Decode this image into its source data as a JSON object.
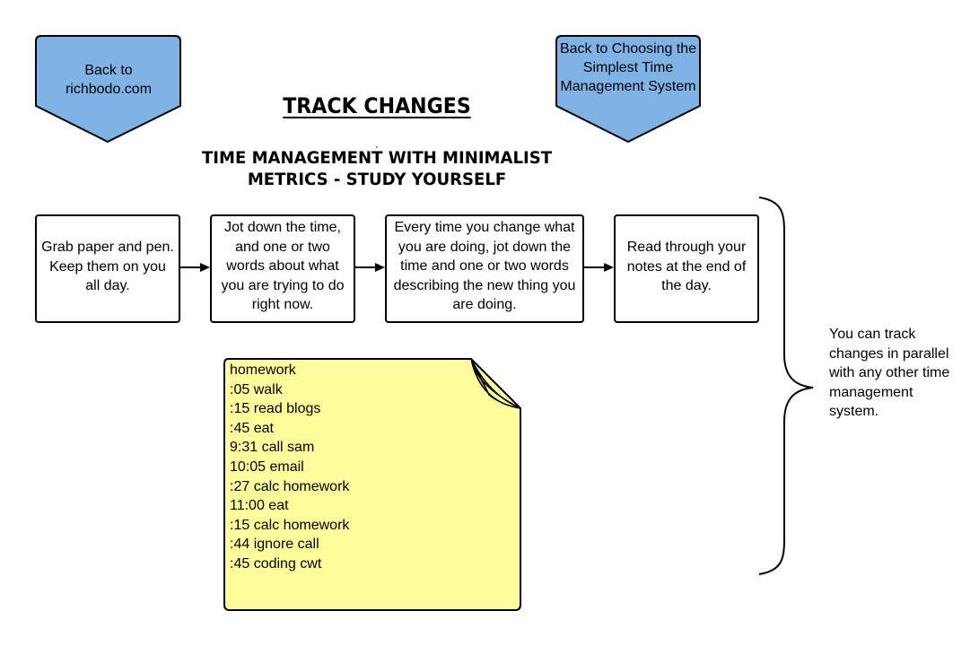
{
  "nav": {
    "home_label": "Back to richbodo.com",
    "back_label": "Back to Choosing the Simplest Time Management System"
  },
  "title": "TRACK CHANGES",
  "subtitle": "TIME MANAGEMENT WITH MINIMALIST METRICS - STUDY YOURSELF",
  "steps": [
    {
      "label": "Grab paper and pen.  Keep them on you all day."
    },
    {
      "label": "Jot down the time, and one or two words about what you are trying to do right now."
    },
    {
      "label": "Every time you change what you are doing, jot down the time and one or two words describing the new thing you are doing."
    },
    {
      "label": "Read through your notes at the end of the day."
    }
  ],
  "note": {
    "lines": [
      "homework",
      ":05 walk",
      ":15 read blogs",
      ":45 eat",
      "9:31 call sam",
      "10:05 email",
      ":27 calc homework",
      "11:00 eat",
      ":15 calc homework",
      ":44 ignore call",
      ":45 coding cwt"
    ]
  },
  "side_note": "You can track changes in parallel with any other time management system.",
  "colors": {
    "nav_fill": "#7fb2e5",
    "note_fill": "#fdfd9c",
    "note_fold": "#b5b577",
    "stroke": "#000000"
  }
}
